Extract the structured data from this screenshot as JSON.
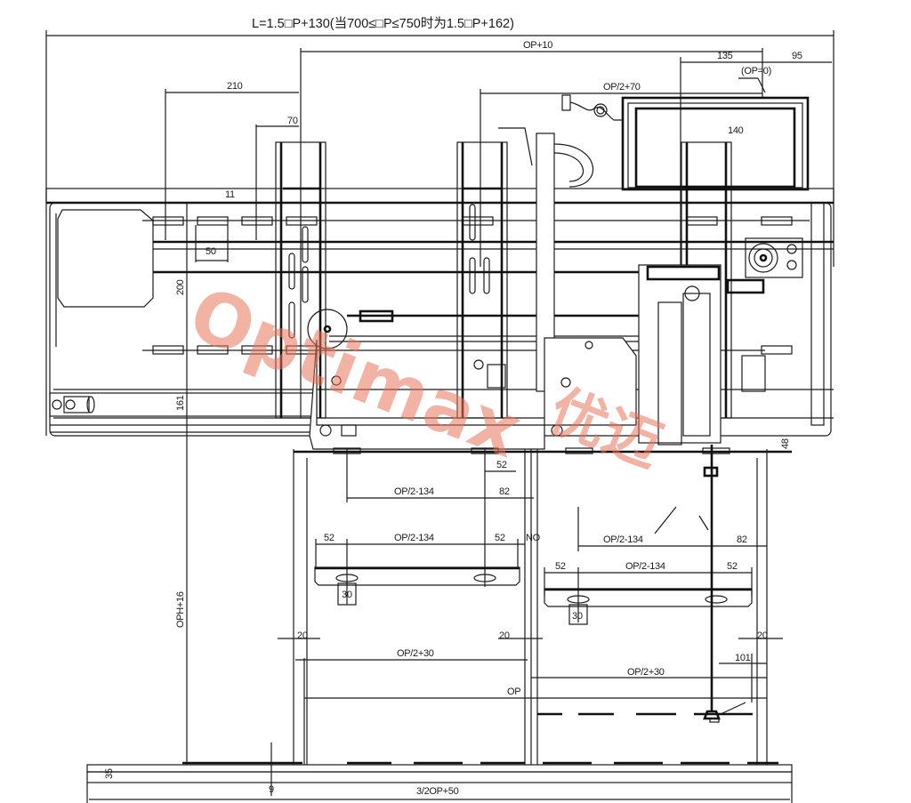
{
  "drawing": {
    "title_formula": "L=1.5□P+130(当700≤□P≤750时为1.5□P+162)",
    "watermark": {
      "latin": "Optimax",
      "chinese": "优迈",
      "color": "#e8735a"
    },
    "line_color": "#1a1a1a",
    "background": "#ffffff"
  },
  "dimensions": {
    "top": {
      "overall_length": "L=1.5□P+130(当700≤□P≤750时为1.5□P+162)",
      "op_plus_10": "OP+10",
      "d135": "135",
      "d95": "95",
      "op_eq_0": "(OP=0)",
      "op_half_plus_70": "OP/2+70",
      "d210": "210",
      "d70": "70",
      "d140": "140",
      "d11": "11",
      "d50": "50"
    },
    "left_vertical": {
      "d200": "200",
      "d161": "161",
      "oph_plus_16": "OPH+16"
    },
    "right_vertical": {
      "d48": "48"
    },
    "door_panels_left": {
      "d52_top": "52",
      "op_half_minus_134_top": "OP/2-134",
      "d82_top": "82",
      "d52_left": "52",
      "op_half_minus_134_mid": "OP/2-134",
      "d52_right": "52",
      "d30": "30",
      "no_label": "NO"
    },
    "door_panels_right": {
      "op_half_minus_134_top": "OP/2-134",
      "d82": "82",
      "d52_left": "52",
      "op_half_minus_134_mid": "OP/2-134",
      "d52_right": "52",
      "d30": "30"
    },
    "bottom": {
      "d20_left": "20",
      "d20_mid": "20",
      "d20_right": "20",
      "op_half_plus_30_left": "OP/2+30",
      "op_half_plus_30_right": "OP/2+30",
      "d101": "101",
      "op": "OP",
      "d35": "35",
      "d9": "9",
      "sill_length": "3/2OP+50"
    }
  }
}
